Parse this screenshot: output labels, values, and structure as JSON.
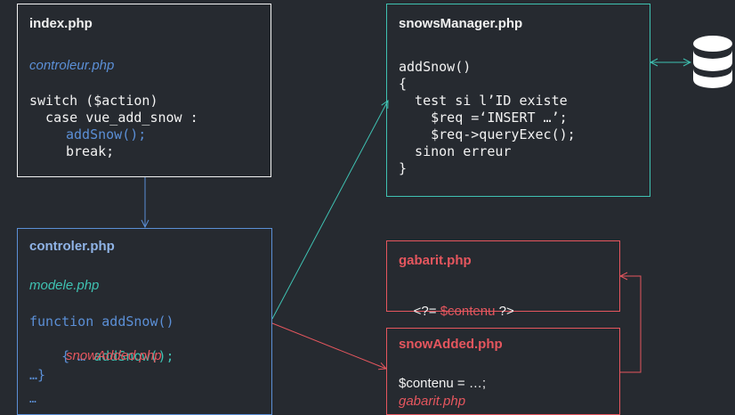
{
  "colors": {
    "background": "#262a30",
    "text": "#f2f2f2",
    "blue": "#5b8fd6",
    "teal": "#3fc2b2",
    "red": "#e5565e"
  },
  "index_box": {
    "title": "index.php",
    "subtitle": "controleur.php",
    "line1": "switch ($action)",
    "line2": "  case vue_add_snow :",
    "line3": "addSnow();",
    "line4": "break;"
  },
  "controler_box": {
    "title": "controler.php",
    "subtitle": "modele.php",
    "line1": "function addSnow()",
    "line2_prefix": "{ … ",
    "line2_call": "addSnow();",
    "line3": "snowAdded.php",
    "line4": "…}",
    "line5": "…"
  },
  "manager_box": {
    "title": "snowsManager.php",
    "line1": "addSnow()",
    "line2": "{",
    "line3": "  test si l’ID existe",
    "line4": "    $req =‘INSERT …’;",
    "line5": "    $req->queryExec();",
    "line6": "  sinon erreur",
    "line7": "}"
  },
  "gabarit_box": {
    "title": "gabarit.php",
    "line_prefix": "<?= ",
    "line_var": "$contenu",
    "line_suffix": " ?>"
  },
  "snowadded_box": {
    "title": "snowAdded.php",
    "line1": "$contenu = …;",
    "line2": "gabarit.php"
  },
  "icons": {
    "database": "database-icon"
  }
}
